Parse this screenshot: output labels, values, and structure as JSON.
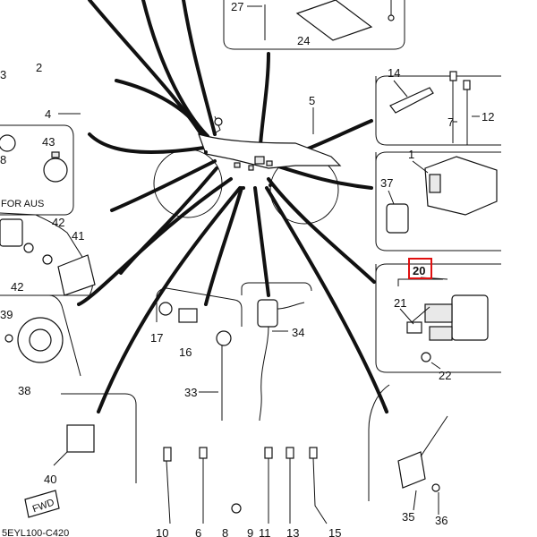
{
  "diagram": {
    "callouts": [
      "27",
      "24",
      "2",
      "3",
      "4",
      "5",
      "14",
      "7",
      "12",
      "1",
      "43",
      "8",
      "FOR AUS",
      "42",
      "41",
      "42",
      "37",
      "20",
      "21",
      "22",
      "39",
      "17",
      "16",
      "34",
      "38",
      "33",
      "40",
      "10",
      "6",
      "8",
      "9",
      "11",
      "13",
      "15",
      "35",
      "36"
    ],
    "highlighted_callout": "20",
    "footer_code": "5EYL100-C420",
    "fwd_label": "FWD",
    "highlight_color": "#e01010"
  }
}
